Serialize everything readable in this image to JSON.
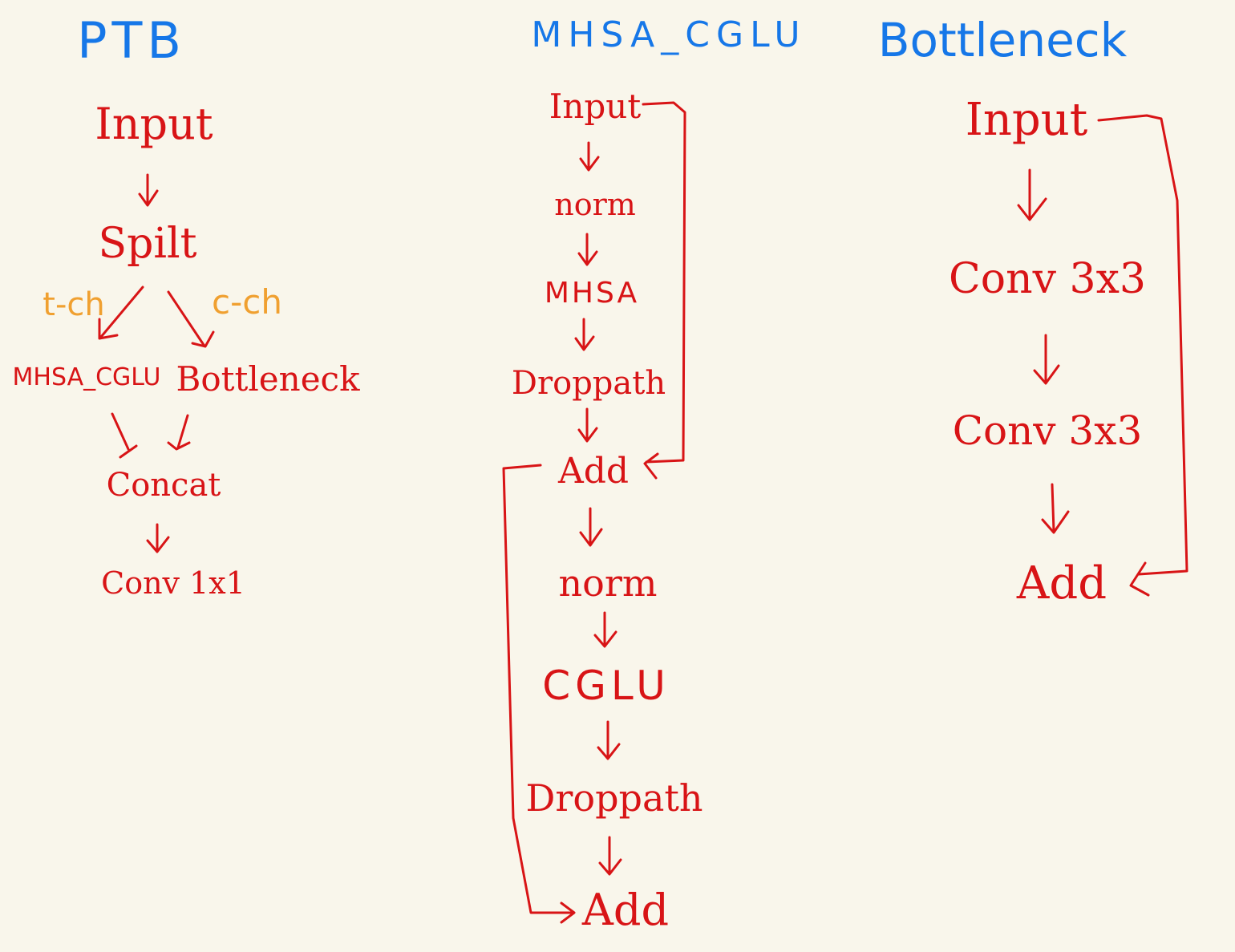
{
  "panels": {
    "ptb": {
      "title": "PTB",
      "nodes": {
        "input": "Input",
        "split": "Spilt",
        "tch": "t-ch",
        "cch": "c-ch",
        "mhsa_cglu": "MHSA_CGLU",
        "bottleneck": "Bottleneck",
        "concat": "Concat",
        "conv1x1": "Conv 1x1"
      }
    },
    "mhsa_cglu": {
      "title": "MHSA_CGLU",
      "nodes": {
        "input": "Input",
        "norm1": "norm",
        "mhsa": "MHSA",
        "droppath1": "Droppath",
        "add1": "Add",
        "norm2": "norm",
        "cglu": "CGLU",
        "droppath2": "Droppath",
        "add2": "Add"
      }
    },
    "bottleneck": {
      "title": "Bottleneck",
      "nodes": {
        "input": "Input",
        "conv1": "Conv 3x3",
        "conv2": "Conv 3x3",
        "add": "Add"
      }
    }
  },
  "colors": {
    "background": "#f9f6eb",
    "title": "#1677e8",
    "node": "#d81416",
    "branch_tag": "#f0a030"
  }
}
